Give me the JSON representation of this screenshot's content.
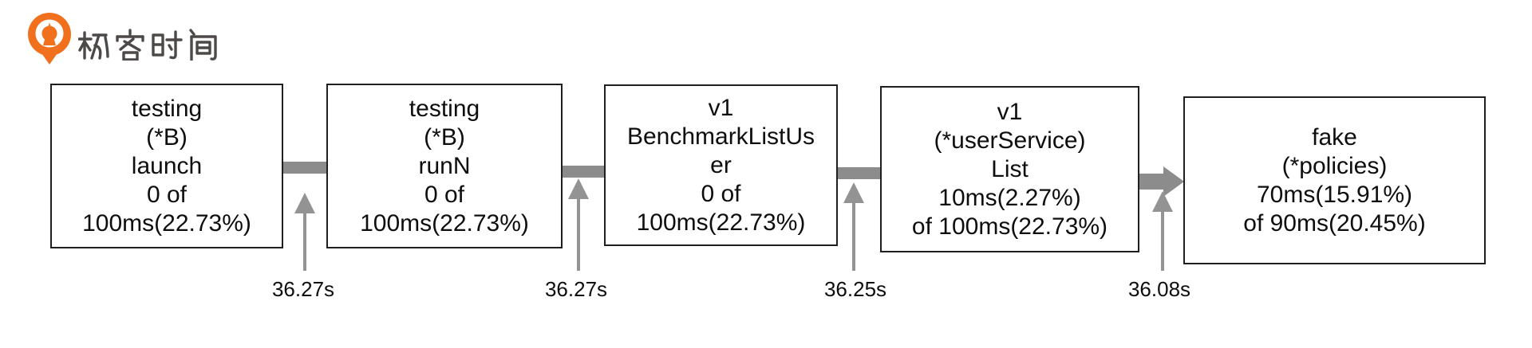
{
  "logo": {
    "brand_text": "极客时间",
    "mark": "geektime-pin-logo"
  },
  "colors": {
    "background": "#ffffff",
    "border": "#1f1f1f",
    "connector": "#8c8c8c",
    "arrow": "#939393",
    "text": "#0e0e0e",
    "logo_orange": "#f1701d",
    "logo_text": "#4d4948"
  },
  "graph": {
    "nodes": [
      {
        "id": "testing-launch",
        "lines": [
          "testing",
          "(*B)",
          "launch",
          "0 of",
          "100ms(22.73%)"
        ]
      },
      {
        "id": "testing-runn",
        "lines": [
          "testing",
          "(*B)",
          "runN",
          "0 of",
          "100ms(22.73%)"
        ]
      },
      {
        "id": "benchmark-list-user",
        "lines": [
          "v1",
          "BenchmarkListUs",
          "er",
          "0 of",
          "100ms(22.73%)"
        ]
      },
      {
        "id": "userservice-list",
        "lines": [
          "v1",
          "(*userService)",
          "List",
          "10ms(2.27%)",
          "of 100ms(22.73%)"
        ]
      },
      {
        "id": "fake-policies",
        "lines": [
          "fake",
          "(*policies)",
          "70ms(15.91%)",
          "of 90ms(20.45%)"
        ]
      }
    ],
    "edge_labels": [
      "36.27s",
      "36.27s",
      "36.25s",
      "36.08s"
    ]
  }
}
